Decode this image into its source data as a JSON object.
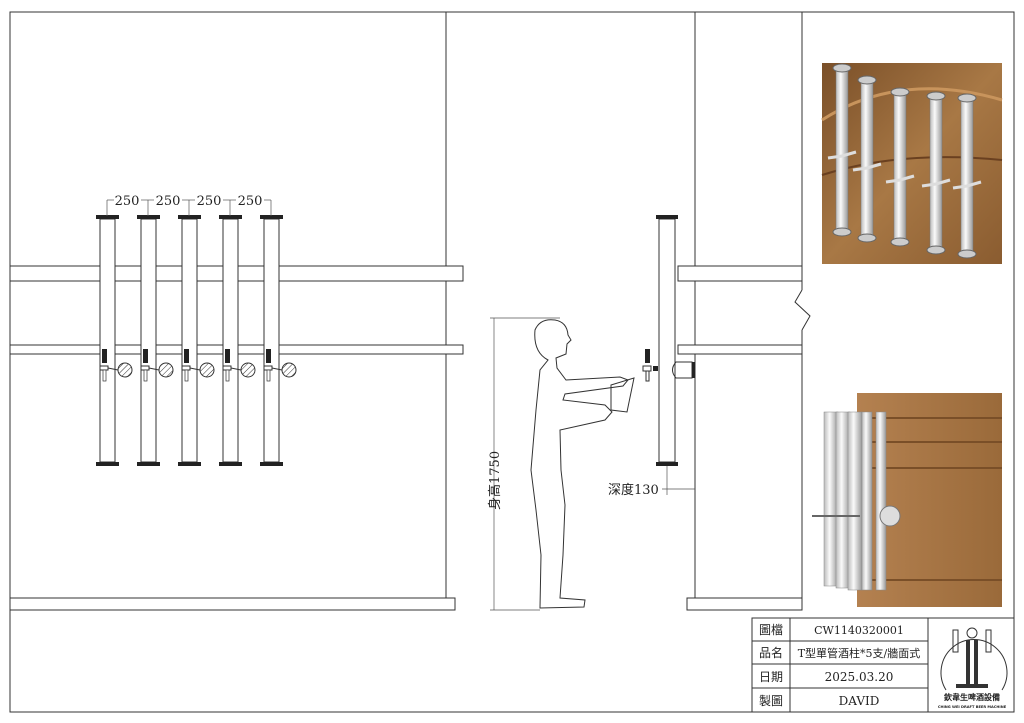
{
  "dimensions": {
    "spacing_labels": [
      "250",
      "250",
      "250",
      "250"
    ],
    "height_label": "身高1750",
    "depth_label": "深度130"
  },
  "title_block": {
    "rows": [
      {
        "label": "圖檔",
        "value": "CW1140320001"
      },
      {
        "label": "品名",
        "value": "T型單管酒柱*5支/牆面式"
      },
      {
        "label": "日期",
        "value": "2025.03.20"
      },
      {
        "label": "製圖",
        "value": "DAVID"
      }
    ],
    "logo_text_cn": "欽韋生啤酒設備",
    "logo_text_en": "CHING WEI DRAFT BEER MACHINE"
  },
  "colors": {
    "wood": "#9a6a3a",
    "wood_light": "#b88a5a",
    "line": "#333333"
  }
}
